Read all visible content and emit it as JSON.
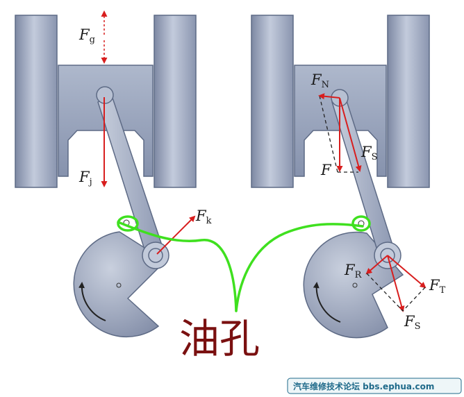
{
  "labels": {
    "left": {
      "fg_main": "F",
      "fg_sub": "g",
      "fj_main": "F",
      "fj_sub": "j",
      "fk_main": "F",
      "fk_sub": "k"
    },
    "right": {
      "fn_main": "F",
      "fn_sub": "N",
      "fs_main": "F",
      "fs_sub": "S",
      "f_main": "F",
      "fr_main": "F",
      "fr_sub": "R",
      "ft_main": "F",
      "ft_sub": "T",
      "fs2_main": "F",
      "fs2_sub": "S"
    }
  },
  "annotation": {
    "text": "油孔"
  },
  "watermark": {
    "text": "汽车维修技术论坛 bbs.ephua.com"
  },
  "colors": {
    "metal": "#9aa6bf",
    "metal_dark": "#5d6a85",
    "force": "#d81e1e",
    "highlight": "#3fe01f",
    "annotation": "#7a1010",
    "watermark": "#1f6a8a"
  }
}
